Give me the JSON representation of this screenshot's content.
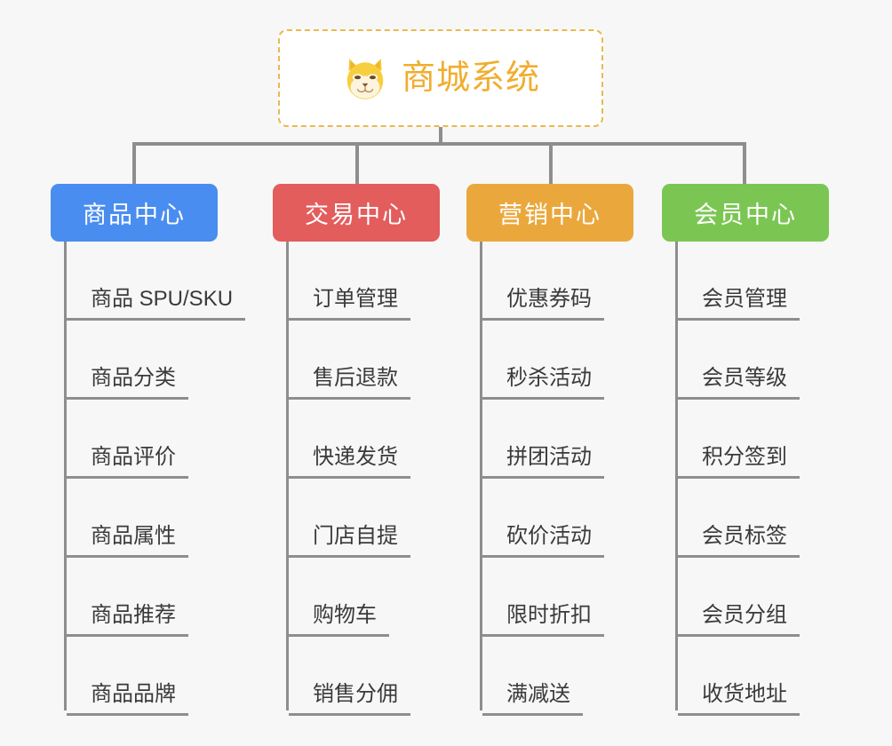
{
  "root": {
    "title": "商城系统",
    "emoji_name": "shiba-dog-face",
    "border_color": "#e9b94e",
    "text_color": "#f0ad2e",
    "background": "#ffffff"
  },
  "canvas": {
    "background": "#f7f7f7",
    "connector_color": "#8e8e8e"
  },
  "columns": [
    {
      "header": "商品中心",
      "color": "#4a8df0",
      "items": [
        "商品 SPU/SKU",
        "商品分类",
        "商品评价",
        "商品属性",
        "商品推荐",
        "商品品牌"
      ]
    },
    {
      "header": "交易中心",
      "color": "#e35d5d",
      "items": [
        "订单管理",
        "售后退款",
        "快递发货",
        "门店自提",
        "购物车",
        "销售分佣"
      ]
    },
    {
      "header": "营销中心",
      "color": "#eaa83c",
      "items": [
        "优惠券码",
        "秒杀活动",
        "拼团活动",
        "砍价活动",
        "限时折扣",
        "满减送"
      ]
    },
    {
      "header": "会员中心",
      "color": "#7bc653",
      "items": [
        "会员管理",
        "会员等级",
        "积分签到",
        "会员标签",
        "会员分组",
        "收货地址"
      ]
    }
  ]
}
